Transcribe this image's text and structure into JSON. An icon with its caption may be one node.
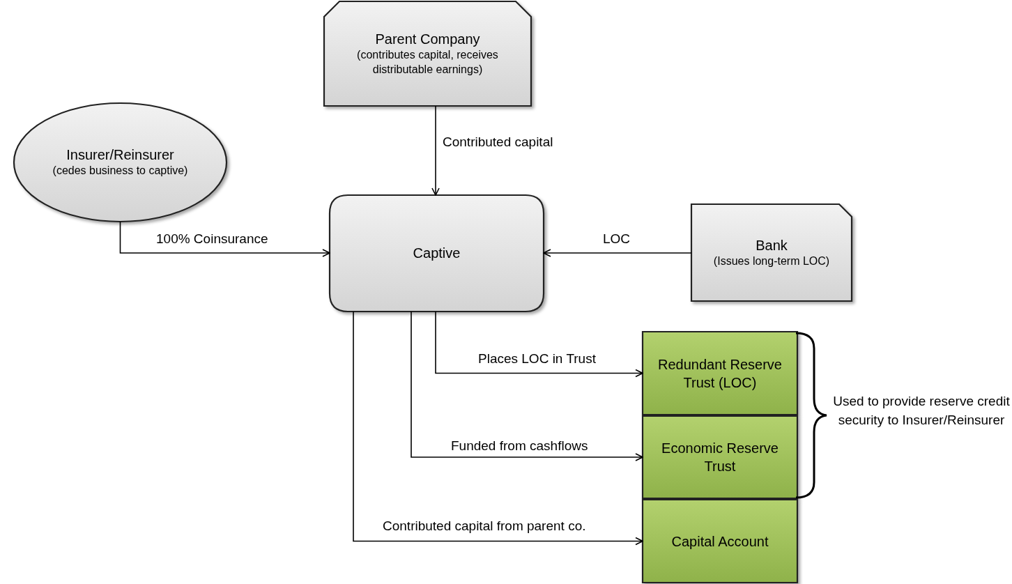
{
  "diagram": {
    "nodes": [
      {
        "text": [
          "Parent Company",
          "(contributes capital, receives distributable earnings)"
        ]
      },
      {
        "text": [
          "Insurer/Reinsurer",
          "(cedes business to captive)"
        ]
      },
      {
        "text": [
          "Captive"
        ]
      },
      {
        "text": [
          "Bank",
          "(Issues long-term LOC)"
        ]
      },
      {
        "text": [
          "Redundant Reserve Trust (LOC)"
        ]
      },
      {
        "text": [
          "Economic Reserve Trust"
        ]
      },
      {
        "text": [
          "Capital Account"
        ]
      }
    ],
    "edges": [
      {
        "from": 0,
        "to": 2,
        "arrow": "to",
        "label": "Contributed capital"
      },
      {
        "from": 1,
        "to": 2,
        "arrow": "to",
        "label": "100% Coinsurance"
      },
      {
        "from": 3,
        "to": 2,
        "arrow": "to",
        "label": "LOC"
      },
      {
        "from": 2,
        "to": 4,
        "arrow": "to",
        "label": "Places LOC in Trust"
      },
      {
        "from": 2,
        "to": 5,
        "arrow": "to",
        "label": "Funded from cashflows"
      },
      {
        "from": 2,
        "to": 6,
        "arrow": "to",
        "label": "Contributed capital from parent co."
      }
    ],
    "labels": [
      "Used to provide reserve credit security to Insurer/Reinsurer"
    ]
  }
}
